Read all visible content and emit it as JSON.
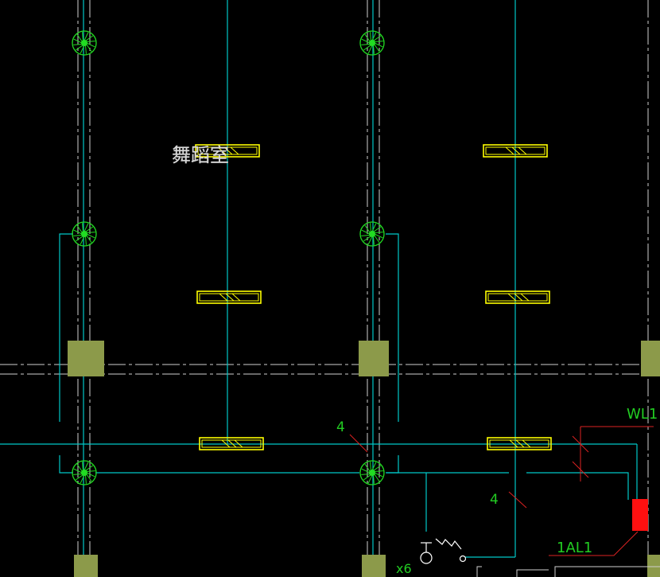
{
  "drawing": {
    "room_label": "舞蹈室",
    "circuit_label": "WL1",
    "panel_label": "1AL1",
    "wire_count_labels": [
      "4",
      "4"
    ],
    "switch_multiplier": "x6"
  },
  "colors": {
    "background": "#000000",
    "wire": "#00c8c8",
    "axis": "#cfcfcf",
    "lamp": "#22dd22",
    "fixture": "#ffff00",
    "column": "#8c9a4a",
    "annotation": "#22cc22",
    "leader": "#dd2222",
    "panel": "#ff1010",
    "room_text": "#d8d8d8",
    "switch": "#ffffff"
  },
  "symbols": {
    "ceiling_lamp": "ceiling-lamp-icon",
    "fluorescent_fixture": "fluorescent-fixture-icon",
    "column": "column-block",
    "switch": "switch-icon",
    "distribution_panel": "distribution-panel-icon"
  }
}
